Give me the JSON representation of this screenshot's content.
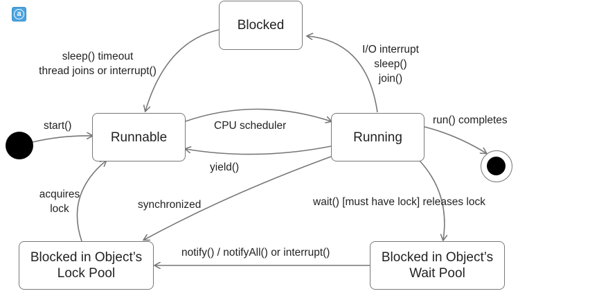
{
  "states": {
    "blocked": "Blocked",
    "runnable": "Runnable",
    "running": "Running",
    "lock_pool": "Blocked in Object’s\nLock Pool",
    "wait_pool": "Blocked in Object’s\nWait Pool"
  },
  "transitions": {
    "start": "start()",
    "sleep_timeout": "sleep() timeout\nthread joins or interrupt()",
    "io_interrupt": "I/O interrupt\nsleep()\njoin()",
    "cpu_scheduler": "CPU scheduler",
    "yield": "yield()",
    "run_completes": "run() completes",
    "acquires_lock": "acquires\nlock",
    "synchronized": "synchronized",
    "wait": "wait() [must have lock] releases lock",
    "notify": "notify() / notifyAll() or interrupt()"
  },
  "colors": {
    "stroke": "#777777",
    "badge": "#4aa3df"
  }
}
